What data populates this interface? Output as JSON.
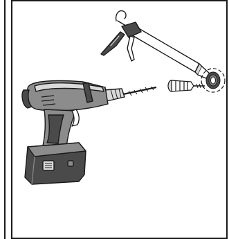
{
  "figure": {
    "components": [
      {
        "name": "caulking-gun",
        "icon": "caulking-gun-icon"
      },
      {
        "name": "wall-plug-anchor",
        "icon": "wall-plug-icon"
      },
      {
        "name": "sealant-ring",
        "icon": "sealant-ring-icon"
      },
      {
        "name": "cordless-drill",
        "icon": "cordless-drill-icon"
      },
      {
        "name": "drill-bit",
        "icon": "drill-bit-icon"
      },
      {
        "name": "battery-pack",
        "icon": "battery-pack-icon"
      }
    ],
    "colors": {
      "outline": "#1a1a1a",
      "dark_gray": "#4a4a4a",
      "mid_gray": "#8c8c8c",
      "light_gray": "#d9d9d9",
      "background": "#ffffff"
    }
  }
}
